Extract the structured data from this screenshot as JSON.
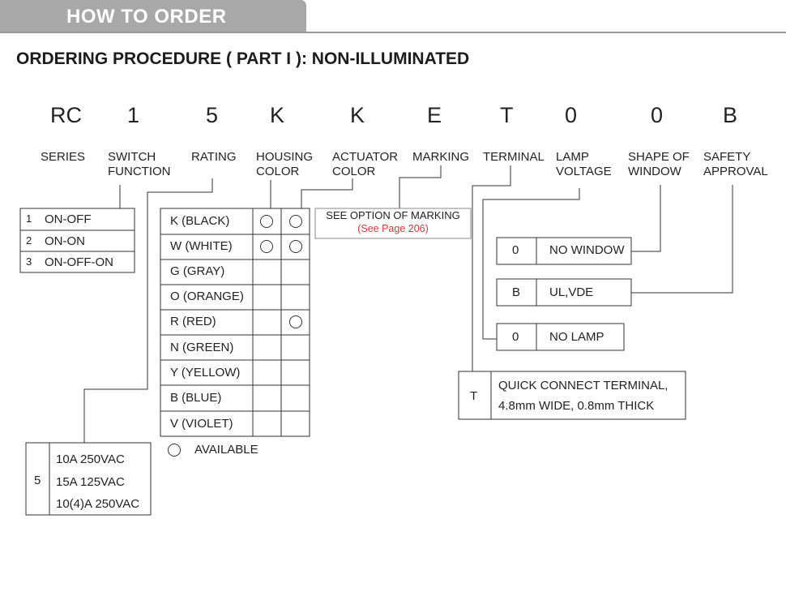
{
  "header": {
    "title": "HOW TO ORDER"
  },
  "heading": "ORDERING PROCEDURE ( PART I ): NON-ILLUMINATED",
  "code": [
    "RC",
    "1",
    "5",
    "K",
    "K",
    "E",
    "T",
    "0",
    "0",
    "B"
  ],
  "labels": {
    "series": "SERIES",
    "switch_function": [
      "SWITCH",
      "FUNCTION"
    ],
    "rating": "RATING",
    "housing_color": [
      "HOUSING",
      "COLOR"
    ],
    "actuator_color": [
      "ACTUATOR",
      "COLOR"
    ],
    "marking": "MARKING",
    "terminal": "TERMINAL",
    "lamp_voltage": [
      "LAMP",
      "VOLTAGE"
    ],
    "shape_of_window": [
      "SHAPE OF",
      "WINDOW"
    ],
    "safety_approval": [
      "SAFETY",
      "APPROVAL"
    ]
  },
  "switch_function_table": [
    {
      "code": "1",
      "text": "ON-OFF"
    },
    {
      "code": "2",
      "text": "ON-ON"
    },
    {
      "code": "3",
      "text": "ON-OFF-ON"
    }
  ],
  "colors_table": [
    {
      "name": "K (BLACK)",
      "housing": true,
      "actuator": true
    },
    {
      "name": "W (WHITE)",
      "housing": true,
      "actuator": true
    },
    {
      "name": "G (GRAY)",
      "housing": false,
      "actuator": false
    },
    {
      "name": "O (ORANGE)",
      "housing": false,
      "actuator": false
    },
    {
      "name": "R (RED)",
      "housing": false,
      "actuator": true
    },
    {
      "name": "N (GREEN)",
      "housing": false,
      "actuator": false
    },
    {
      "name": "Y (YELLOW)",
      "housing": false,
      "actuator": false
    },
    {
      "name": "B (BLUE)",
      "housing": false,
      "actuator": false
    },
    {
      "name": "V (VIOLET)",
      "housing": false,
      "actuator": false
    }
  ],
  "legend": {
    "available": "AVAILABLE"
  },
  "marking_box": {
    "text": "SEE OPTION OF MARKING",
    "page_ref": "(See Page 206)",
    "page_ref_color": "#d23a3a"
  },
  "rating_table": {
    "code": "5",
    "values": [
      "10A 250VAC",
      "15A 125VAC",
      "10(4)A 250VAC"
    ]
  },
  "window_table": {
    "code": "0",
    "text": "NO WINDOW"
  },
  "approval_table": {
    "code": "B",
    "text": "UL,VDE"
  },
  "lamp_table": {
    "code": "0",
    "text": "NO LAMP"
  },
  "terminal_table": {
    "code": "T",
    "lines": [
      "QUICK CONNECT TERMINAL,",
      "4.8mm WIDE, 0.8mm THICK"
    ]
  }
}
